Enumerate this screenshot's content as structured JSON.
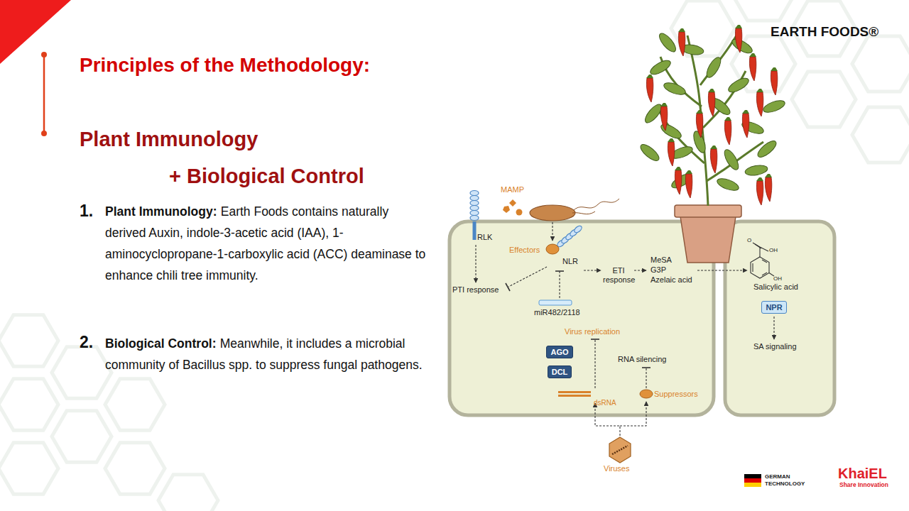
{
  "diagram": {
    "title": "Principles of the Methodology:",
    "nodes": [
      {
        "text": [
          "NPR"
        ]
      },
      {
        "text": [
          "AGO"
        ]
      },
      {
        "text": [
          "DCL"
        ]
      }
    ],
    "labels": [
      "Plant Immunology",
      "+ Biological Control",
      "1.",
      "Plant Immunology:",
      "Earth Foods contains naturally derived Auxin, indole-3-acetic acid (IAA), 1-aminocyclopropane-1-carboxylic acid (ACC) deaminase to enhance chili tree immunity.",
      "2.",
      "Biological Control:",
      "Meanwhile, it includes a microbial community of Bacillus spp. to suppress fungal pathogens.",
      "EARTH FOODS®",
      "MAMP",
      "RLK",
      "Effectors",
      "NLR",
      "PTI response",
      "miR482/2118",
      "ETI response",
      "MeSA",
      "G3P",
      "Azelaic acid",
      "O",
      "OH",
      "OH",
      "Salicylic acid",
      "SA signaling",
      "Virus replication",
      "RNA silencing",
      "dsRNA",
      "Suppressors",
      "Viruses",
      "GERMAN TECHNOLOGY",
      "KhaiEL",
      "Share Innovation"
    ]
  }
}
